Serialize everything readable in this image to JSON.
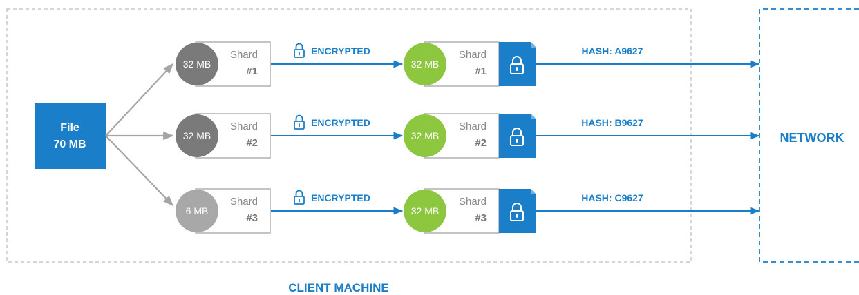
{
  "colors": {
    "blue": "#1a7fc8",
    "green": "#8dc63f",
    "gray_dark": "#7a7a7a",
    "gray_light": "#a8a8a8",
    "arrow_gray": "#a5a5a5",
    "dash_gray": "#c8c8c8",
    "label_gray": "#888888"
  },
  "file": {
    "line1": "File",
    "line2": "70 MB"
  },
  "client_machine_label": "CLIENT MACHINE",
  "network_label": "NETWORK",
  "icons": [
    "padlock-outline-icon",
    "padlock-icon"
  ],
  "shards": [
    {
      "size": "32 MB",
      "shard_word": "Shard",
      "number": "#1",
      "encrypted_label": "ENCRYPTED",
      "enc_size": "32 MB",
      "hash": "HASH: A9627",
      "circle_shade": "gray_dark"
    },
    {
      "size": "32 MB",
      "shard_word": "Shard",
      "number": "#2",
      "encrypted_label": "ENCRYPTED",
      "enc_size": "32 MB",
      "hash": "HASH: B9627",
      "circle_shade": "gray_dark"
    },
    {
      "size": "6 MB",
      "shard_word": "Shard",
      "number": "#3",
      "encrypted_label": "ENCRYPTED",
      "enc_size": "32 MB",
      "hash": "HASH: C9627",
      "circle_shade": "gray_light"
    }
  ]
}
